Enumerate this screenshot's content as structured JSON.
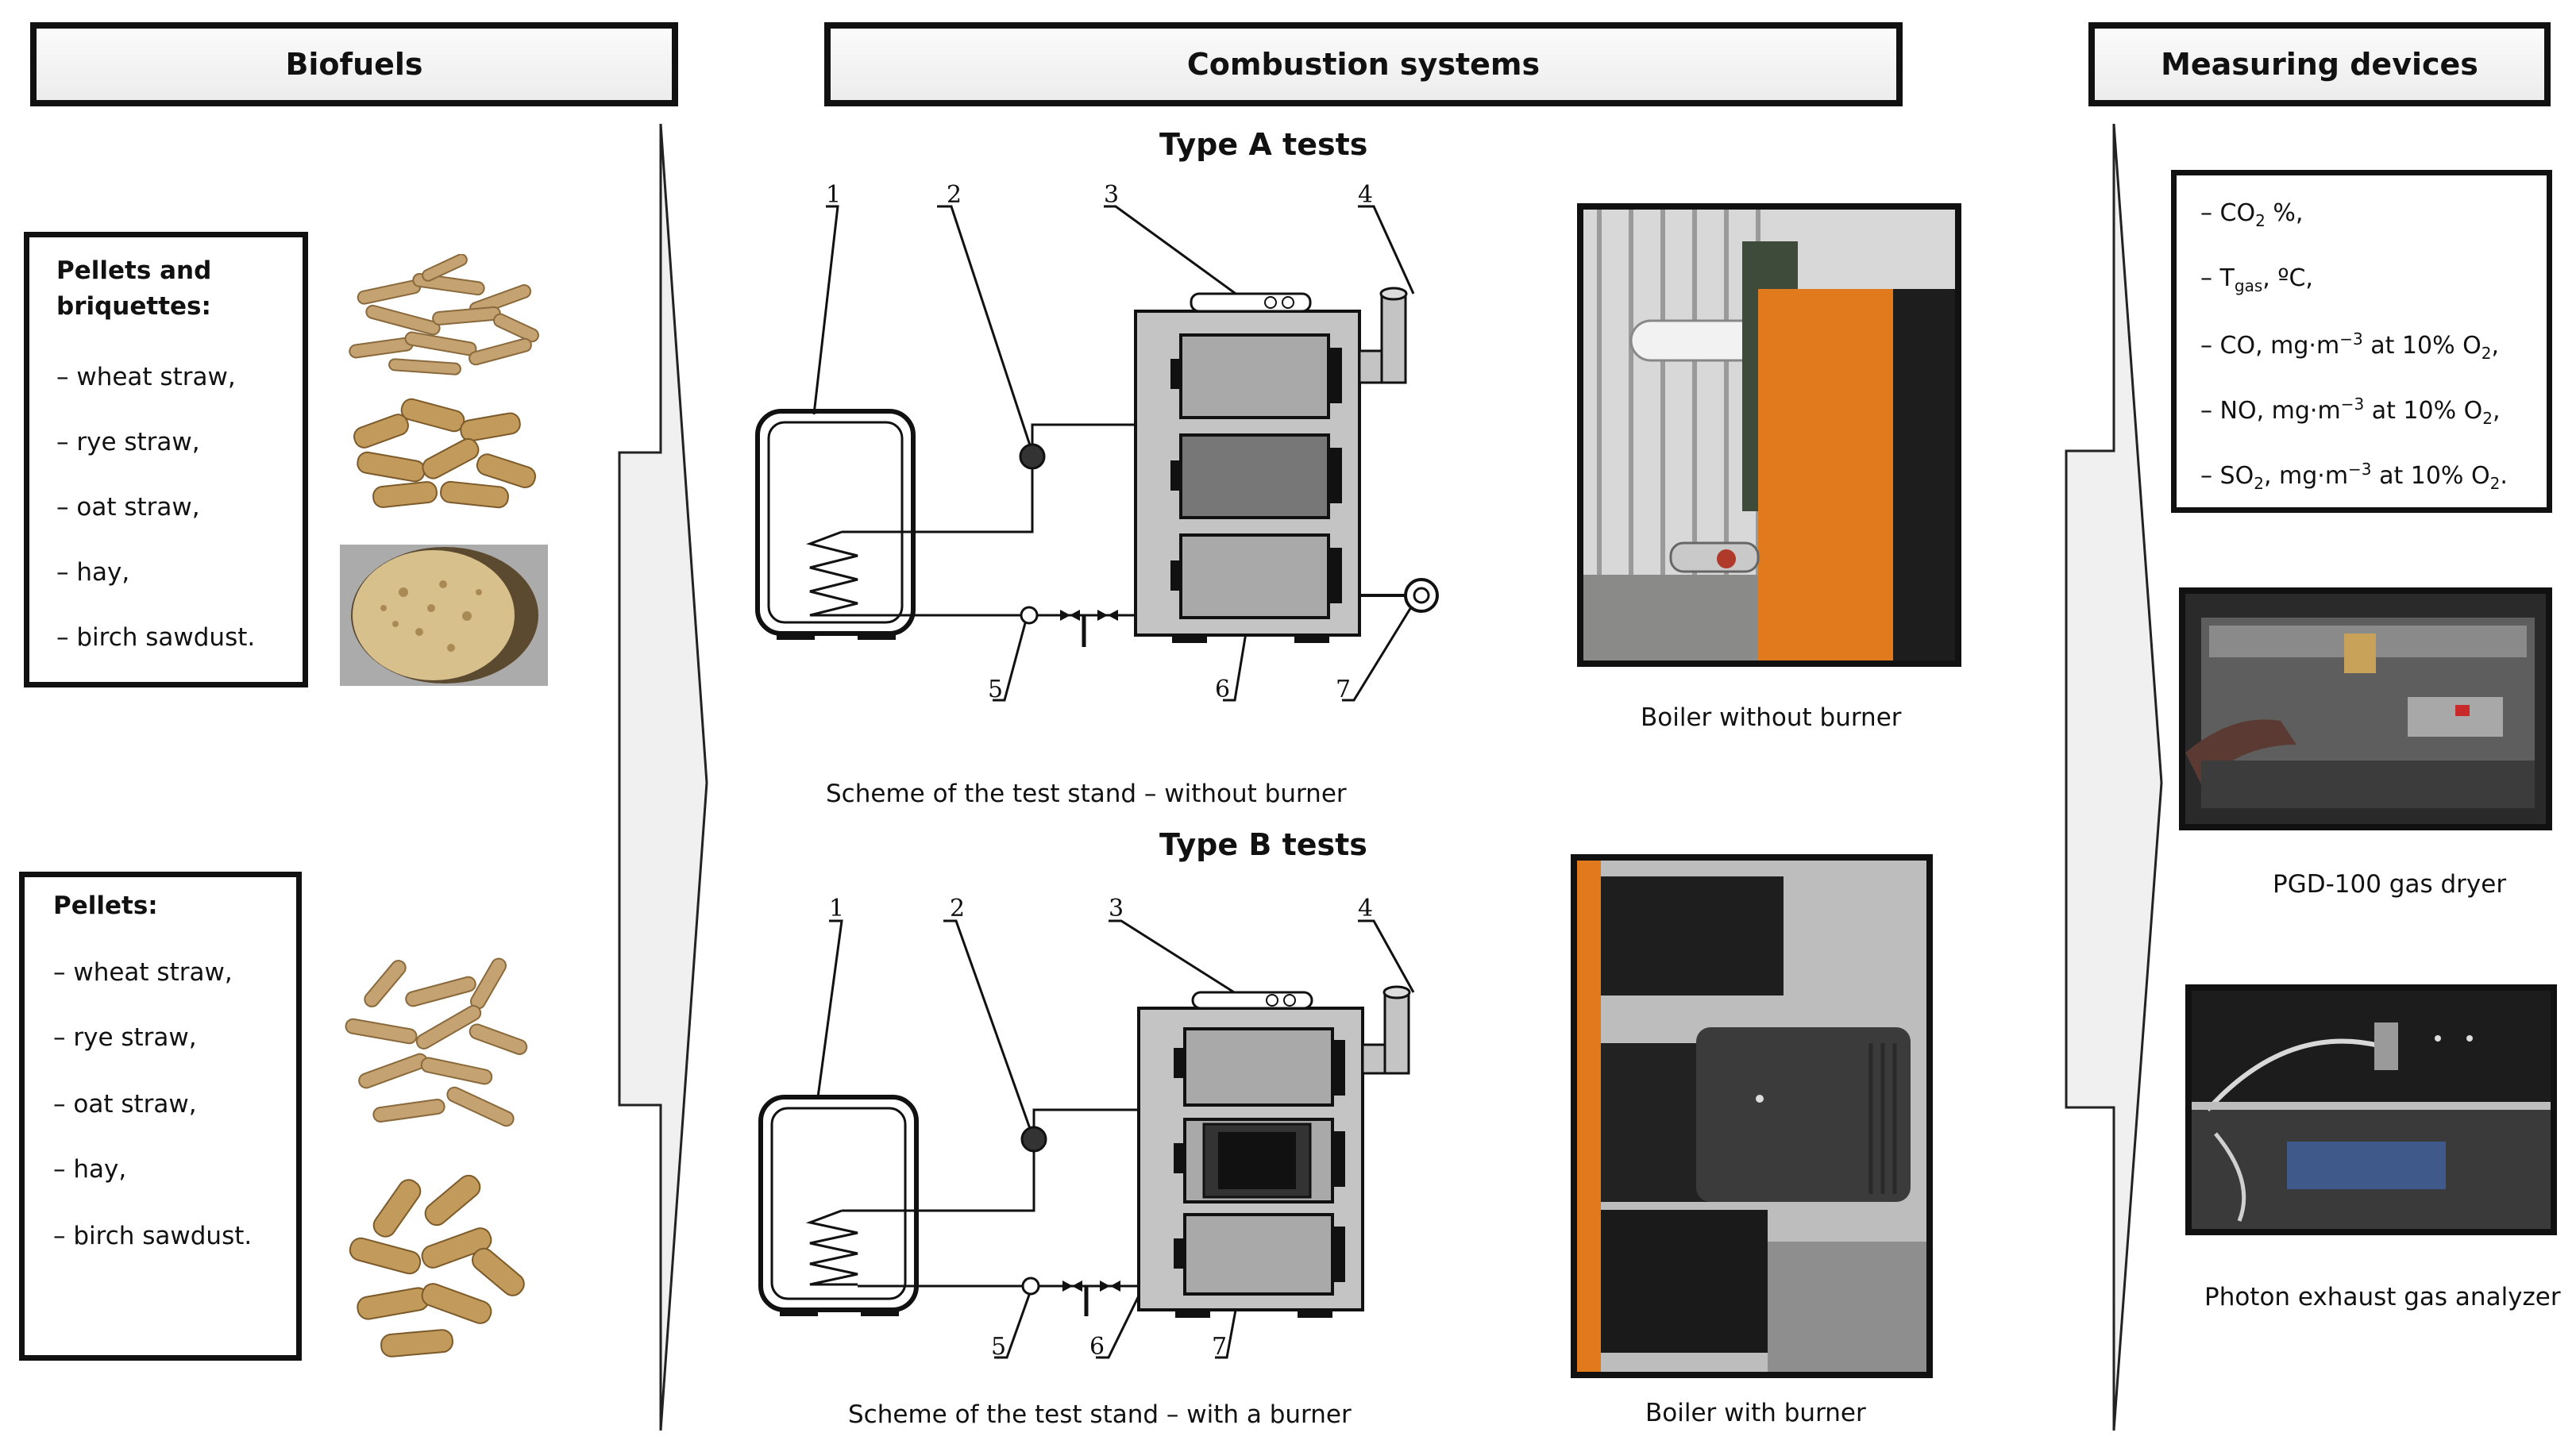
{
  "headers": {
    "biofuels": "Biofuels",
    "combustion": "Combustion systems",
    "measuring": "Measuring devices"
  },
  "biofuels": {
    "group1": {
      "title_line1": "Pellets and",
      "title_line2": "briquettes:",
      "items": [
        "– wheat straw,",
        "– rye straw,",
        "– oat straw,",
        "– hay,",
        "– birch sawdust."
      ]
    },
    "group2": {
      "title": "Pellets:",
      "items": [
        "– wheat straw,",
        "– rye straw,",
        "– oat straw,",
        "– hay,",
        "– birch sawdust."
      ]
    }
  },
  "combustion": {
    "type_a": {
      "title": "Type A tests",
      "caption": "Scheme of the test stand – without burner",
      "photo_caption": "Boiler without burner",
      "labels": [
        "1",
        "2",
        "3",
        "4",
        "5",
        "6",
        "7"
      ]
    },
    "type_b": {
      "title": "Type B tests",
      "caption": "Scheme of the test stand – with a burner",
      "photo_caption": "Boiler with burner",
      "labels": [
        "1",
        "2",
        "3",
        "4",
        "5",
        "6",
        "7"
      ]
    }
  },
  "measuring": {
    "parameters": [
      {
        "pre": "– CO",
        "sub": "2",
        "post": " %,"
      },
      {
        "pre": "– T",
        "sub": "gas",
        "post": ", ºC,"
      },
      {
        "pre": "– CO, mg·m",
        "sup": "−3",
        "post": " at 10% O",
        "sub2": "2",
        "post2": ","
      },
      {
        "pre": "– NO, mg·m",
        "sup": "−3",
        "post": " at 10% O",
        "sub2": "2",
        "post2": ","
      },
      {
        "pre": "– SO",
        "sub": "2",
        "post": ", mg·m",
        "sup": "−3",
        "post2": " at 10% O",
        "sub2": "2",
        "post3": "."
      }
    ],
    "dryer_caption": "PGD-100 gas dryer",
    "analyzer_caption": "Photon exhaust gas analyzer"
  },
  "colors": {
    "boiler_body": "#c4c4c4",
    "boiler_door": "#a9a9a9",
    "burner_black": "#111111",
    "pellet": "#b8955a",
    "boiler_orange": "#e07a1c"
  }
}
